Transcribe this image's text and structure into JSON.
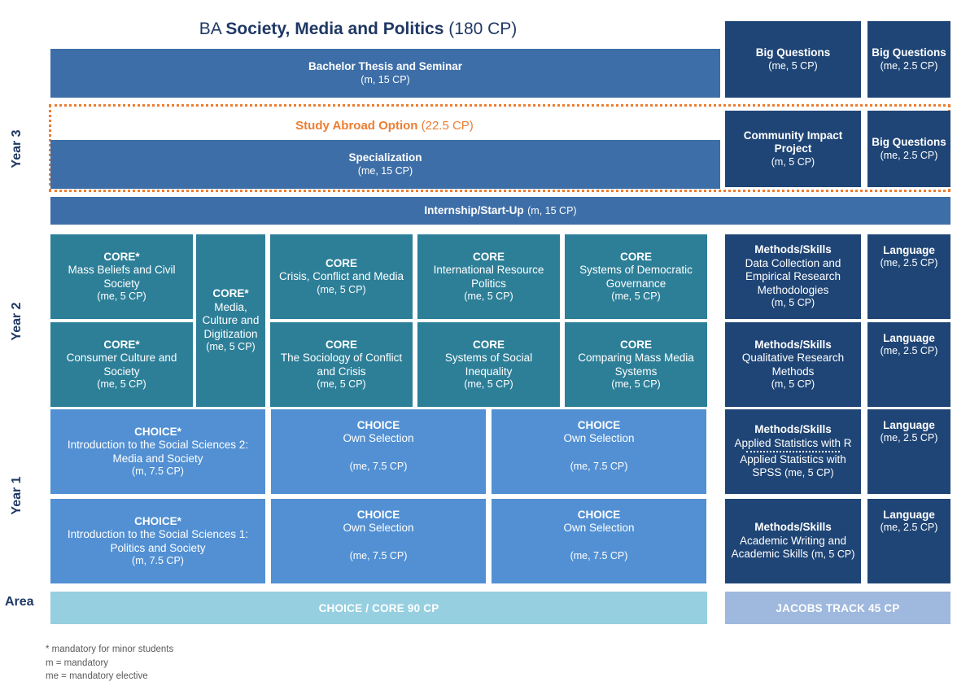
{
  "title": {
    "pre": "BA",
    "main": "Society, Media and Politics",
    "post": "(180 CP)"
  },
  "side_labels": {
    "year3": "Year 3",
    "year2": "Year 2",
    "year1": "Year 1",
    "area": "Area"
  },
  "colors": {
    "navy": "#1f4576",
    "medium_blue": "#3d6ea7",
    "teal": "#2d7f98",
    "choice_blue": "#5290d3",
    "area_choice_core": "#96cfe0",
    "area_jacobs": "#9fb8dd",
    "orange_accent": "#ed7d31",
    "title_text": "#1f3864"
  },
  "year3": {
    "thesis": {
      "title": "Bachelor Thesis and Seminar",
      "cp": "(m, 15 CP)"
    },
    "study_abroad": {
      "title": "Study Abroad Option",
      "cp": "(22.5 CP)"
    },
    "specialization": {
      "title": "Specialization",
      "cp": "(me, 15 CP)"
    },
    "internship": {
      "title": "Internship/Start-Up",
      "cp": "(m, 15 CP)"
    },
    "big_questions_5": {
      "title": "Big Questions",
      "cp": "(me, 5 CP)"
    },
    "big_questions_25_top": {
      "title": "Big Questions",
      "cp": "(me, 2.5 CP)"
    },
    "community_impact": {
      "title": "Community Impact Project",
      "cp": "(m, 5 CP)"
    },
    "big_questions_25_bottom": {
      "title": "Big Questions",
      "cp": "(me, 2.5 CP)"
    }
  },
  "year2": {
    "core_blocks": [
      {
        "tag": "CORE*",
        "name": "Mass Beliefs and Civil Society",
        "cp": "(me, 5 CP)"
      },
      {
        "tag": "CORE*",
        "name": "Consumer Culture and Society",
        "cp": "(me, 5 CP)"
      },
      {
        "tag": "CORE*",
        "name": "Media, Culture and Digitization",
        "cp": "(me, 5 CP)"
      },
      {
        "tag": "CORE",
        "name": "Crisis, Conflict and Media",
        "cp": "(me, 5 CP)"
      },
      {
        "tag": "CORE",
        "name": "The Sociology of Conflict and Crisis",
        "cp": "(me, 5 CP)"
      },
      {
        "tag": "CORE",
        "name": "International Resource Politics",
        "cp": "(me, 5 CP)"
      },
      {
        "tag": "CORE",
        "name": "Systems of Social Inequality",
        "cp": "(me, 5 CP)"
      },
      {
        "tag": "CORE",
        "name": "Systems of Democratic Governance",
        "cp": "(me, 5 CP)"
      },
      {
        "tag": "CORE",
        "name": "Comparing Mass Media Systems",
        "cp": "(me, 5 CP)"
      }
    ],
    "methods_top": {
      "tag": "Methods/Skills",
      "name": "Data Collection and Empirical Research Methodologies",
      "cp": "(m, 5 CP)"
    },
    "methods_bottom": {
      "tag": "Methods/Skills",
      "name": "Qualitative Research Methods",
      "cp": "(m, 5 CP)"
    },
    "language_top": {
      "tag": "Language",
      "cp": "(me, 2.5 CP)"
    },
    "language_bottom": {
      "tag": "Language",
      "cp": "(me, 2.5 CP)"
    }
  },
  "year1": {
    "choice_blocks": [
      {
        "tag": "CHOICE*",
        "name": "Introduction to the Social Sciences 2: Media and Society",
        "cp": "(m, 7.5 CP)"
      },
      {
        "tag": "CHOICE*",
        "name": "Introduction to the Social Sciences 1: Politics and Society",
        "cp": "(m, 7.5 CP)"
      },
      {
        "tag": "CHOICE",
        "name": "Own Selection",
        "cp": "(me, 7.5 CP)"
      },
      {
        "tag": "CHOICE",
        "name": "Own Selection",
        "cp": "(me, 7.5 CP)"
      },
      {
        "tag": "CHOICE",
        "name": "Own Selection",
        "cp": "(me, 7.5 CP)"
      },
      {
        "tag": "CHOICE",
        "name": "Own Selection",
        "cp": "(me, 7.5 CP)"
      }
    ],
    "methods_top": {
      "tag": "Methods/Skills",
      "name_a": "Applied Statistics with R",
      "name_b": "Applied Statistics with SPSS",
      "cp": "(me, 5 CP)"
    },
    "methods_bottom": {
      "tag": "Methods/Skills",
      "name": "Academic Writing and Academic Skills",
      "cp": "(m, 5 CP)"
    },
    "language_top": {
      "tag": "Language",
      "cp": "(me, 2.5 CP)"
    },
    "language_bottom": {
      "tag": "Language",
      "cp": "(me, 2.5 CP)"
    }
  },
  "area_row": {
    "choice_core": "CHOICE / CORE 90 CP",
    "jacobs_track": "JACOBS TRACK 45 CP"
  },
  "legend": [
    "* mandatory for minor students",
    "m = mandatory",
    "me = mandatory elective"
  ]
}
